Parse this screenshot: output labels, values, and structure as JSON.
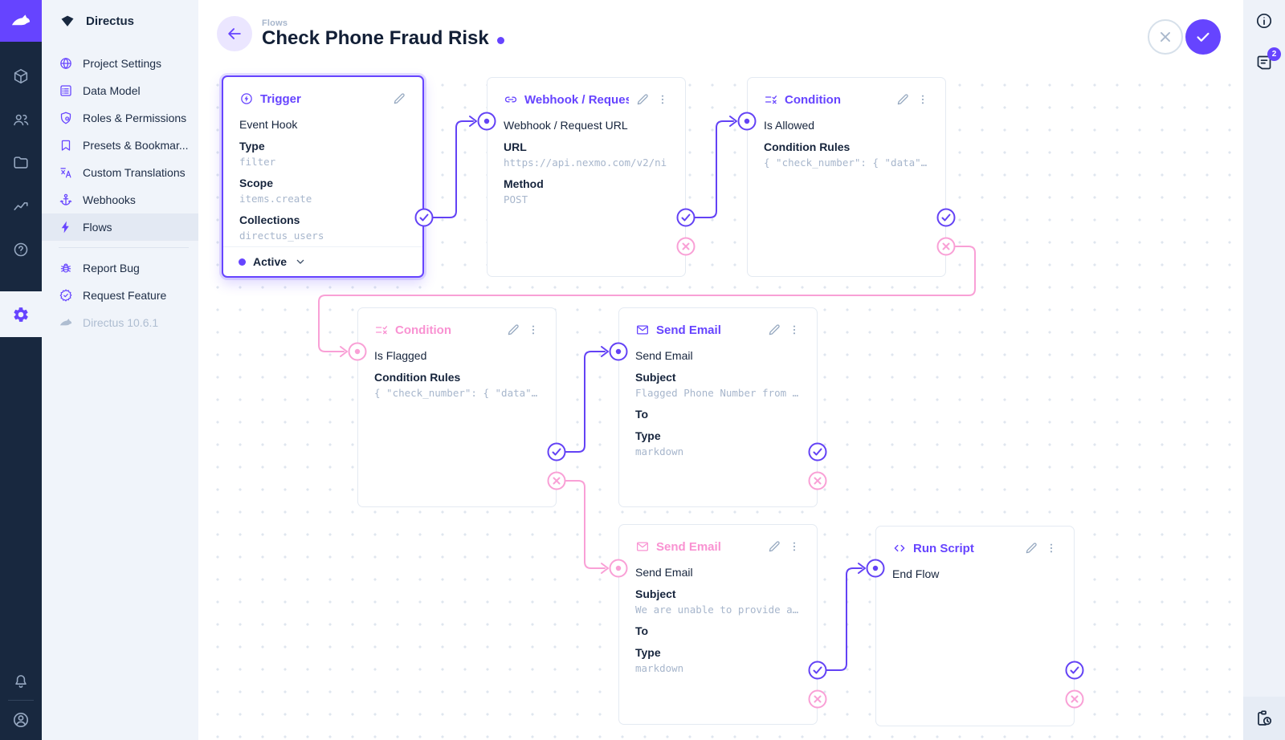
{
  "app": {
    "name": "Directus"
  },
  "module_bar": {
    "icons": [
      "directus-rabbit-icon",
      "content-cube-icon",
      "users-icon",
      "files-folder-icon",
      "insights-icon",
      "help-icon",
      "settings-gear-icon",
      "notifications-bell-icon",
      "account-icon"
    ]
  },
  "sidebar": {
    "project_name": "Directus",
    "items": [
      {
        "label": "Project Settings",
        "icon": "globe-icon"
      },
      {
        "label": "Data Model",
        "icon": "data-model-icon"
      },
      {
        "label": "Roles & Permissions",
        "icon": "shield-icon"
      },
      {
        "label": "Presets & Bookmar...",
        "icon": "bookmark-icon"
      },
      {
        "label": "Custom Translations",
        "icon": "translate-icon"
      },
      {
        "label": "Webhooks",
        "icon": "anchor-icon"
      },
      {
        "label": "Flows",
        "icon": "bolt-icon"
      }
    ],
    "footer_items": [
      {
        "label": "Report Bug",
        "icon": "bug-icon"
      },
      {
        "label": "Request Feature",
        "icon": "feature-badge-icon"
      }
    ],
    "version": "Directus 10.6.1"
  },
  "header": {
    "breadcrumb": "Flows",
    "title": "Check Phone Fraud Risk"
  },
  "canvas_actions": {
    "cancel_icon": "close-icon",
    "save_icon": "check-icon"
  },
  "right_sidebar": {
    "info_icon": "info-icon",
    "notices_icon": "notices-icon",
    "notices_badge": "2",
    "activity_icon": "clipboard-clock-icon"
  },
  "flow": {
    "panels": [
      {
        "id": "trigger",
        "icon": "bolt-circle-icon",
        "title": "Trigger",
        "operation": "Event Hook",
        "fields": [
          {
            "label": "Type",
            "value": "filter"
          },
          {
            "label": "Scope",
            "value": "items.create"
          },
          {
            "label": "Collections",
            "value": "directus_users"
          }
        ],
        "status": "Active"
      },
      {
        "id": "webhook",
        "icon": "link-icon",
        "title": "Webhook / Request URL",
        "operation": "Webhook / Request URL",
        "fields": [
          {
            "label": "URL",
            "value": "https://api.nexmo.com/v2/ni"
          },
          {
            "label": "Method",
            "value": "POST"
          }
        ]
      },
      {
        "id": "condition-allowed",
        "icon": "condition-icon",
        "title": "Condition",
        "operation": "Is Allowed",
        "fields": [
          {
            "label": "Condition Rules",
            "value": "{ \"check_number\": { \"data\"…"
          }
        ]
      },
      {
        "id": "condition-flagged",
        "icon": "condition-icon",
        "title": "Condition",
        "operation": "Is Flagged",
        "fields": [
          {
            "label": "Condition Rules",
            "value": "{ \"check_number\": { \"data\"…"
          }
        ]
      },
      {
        "id": "send-email-flagged",
        "icon": "mail-icon",
        "title": "Send Email",
        "operation": "Send Email",
        "fields": [
          {
            "label": "Subject",
            "value": "Flagged Phone Number from …"
          },
          {
            "label": "To",
            "value": ""
          },
          {
            "label": "Type",
            "value": "markdown"
          }
        ]
      },
      {
        "id": "send-email-unable",
        "icon": "mail-icon",
        "title": "Send Email",
        "operation": "Send Email",
        "fields": [
          {
            "label": "Subject",
            "value": "We are unable to provide a…"
          },
          {
            "label": "To",
            "value": ""
          },
          {
            "label": "Type",
            "value": "markdown"
          }
        ]
      },
      {
        "id": "run-script",
        "icon": "code-icon",
        "title": "Run Script",
        "operation": "End Flow",
        "fields": []
      }
    ]
  },
  "colors": {
    "accent": "#6644ff",
    "secondary": "#ff99dd"
  }
}
